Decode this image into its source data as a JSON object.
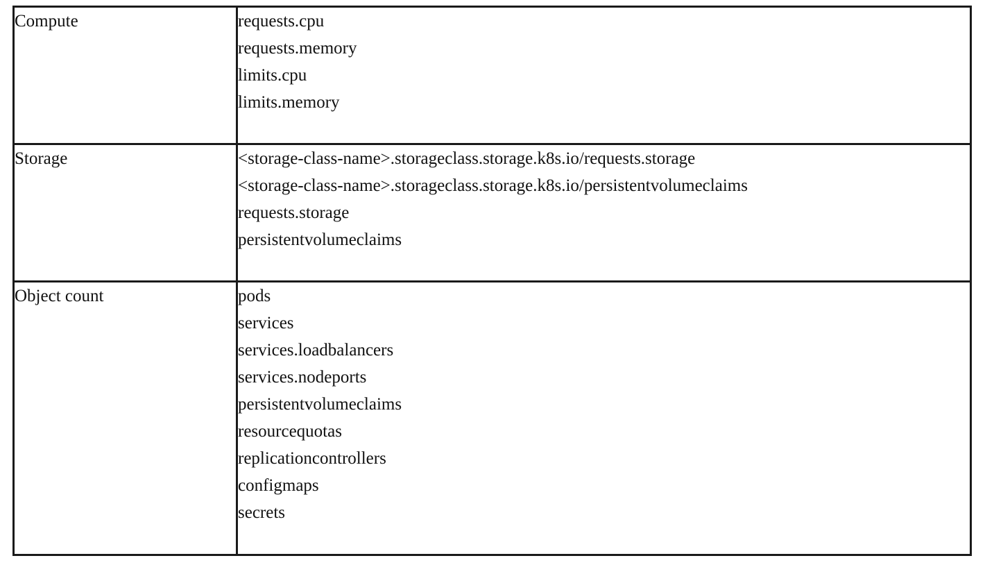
{
  "table": {
    "rows": [
      {
        "category": "Compute",
        "resources": [
          "requests.cpu",
          "requests.memory",
          "limits.cpu",
          "limits.memory"
        ]
      },
      {
        "category": "Storage",
        "resources": [
          "<storage-class-name>.storageclass.storage.k8s.io/requests.storage",
          "<storage-class-name>.storageclass.storage.k8s.io/persistentvolumeclaims",
          "requests.storage",
          "persistentvolumeclaims"
        ]
      },
      {
        "category": "Object count",
        "resources": [
          "pods",
          "services",
          "services.loadbalancers",
          "services.nodeports",
          "persistentvolumeclaims",
          "resourcequotas",
          "replicationcontrollers",
          "configmaps",
          "secrets"
        ]
      }
    ]
  }
}
